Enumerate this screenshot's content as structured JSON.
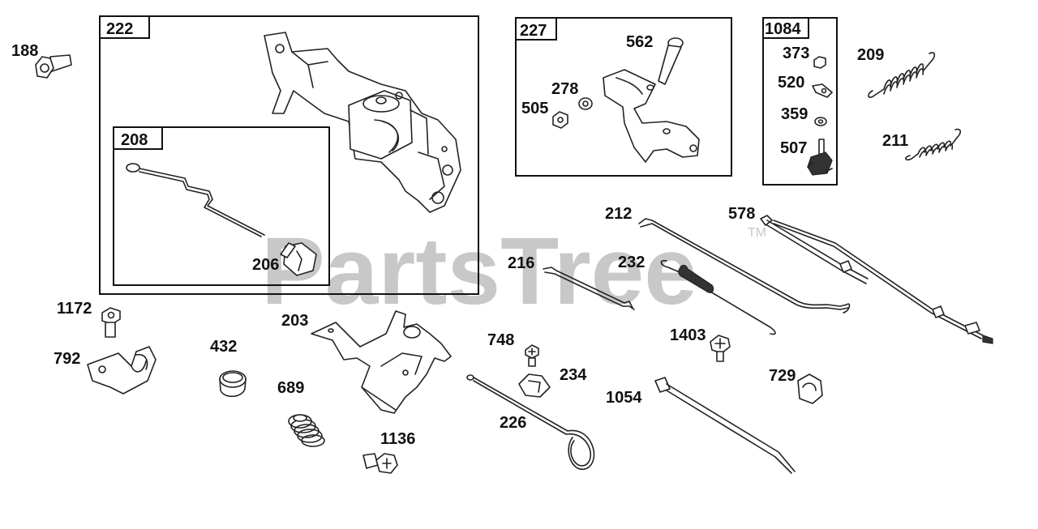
{
  "watermark": {
    "text": "PartsTree",
    "tm": "TM"
  },
  "boxes": [
    {
      "id": "box-222",
      "label": "222"
    },
    {
      "id": "box-208",
      "label": "208"
    },
    {
      "id": "box-227",
      "label": "227"
    },
    {
      "id": "box-1084",
      "label": "1084"
    }
  ],
  "part_labels": [
    "188",
    "206",
    "209",
    "211",
    "562",
    "278",
    "505",
    "373",
    "520",
    "359",
    "507",
    "212",
    "578",
    "216",
    "232",
    "1172",
    "792",
    "432",
    "203",
    "689",
    "1136",
    "748",
    "234",
    "226",
    "1403",
    "729",
    "1054"
  ]
}
